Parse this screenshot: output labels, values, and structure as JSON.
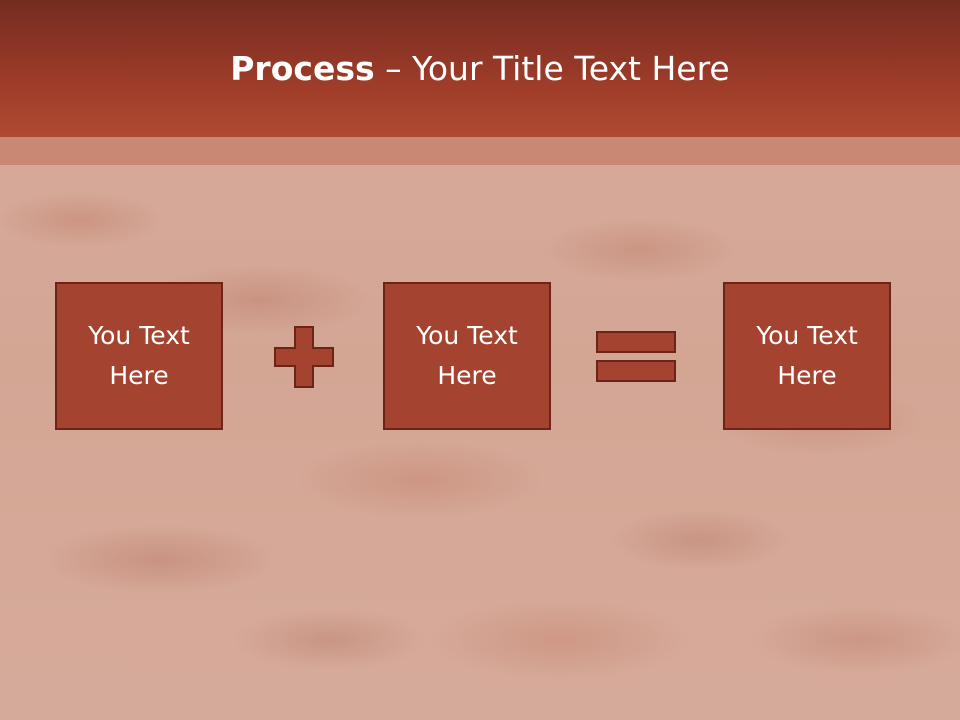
{
  "title": {
    "bold": "Process",
    "rest": " – Your Title Text Here"
  },
  "boxes": [
    {
      "text": "You Text Here"
    },
    {
      "text": "You Text Here"
    },
    {
      "text": "You Text Here"
    }
  ],
  "operators": [
    "plus-icon",
    "equals-icon"
  ],
  "colors": {
    "title_bar": "#9a3a28",
    "box_fill": "#a34330",
    "box_border": "#6c2418",
    "operator": "#a34330"
  }
}
